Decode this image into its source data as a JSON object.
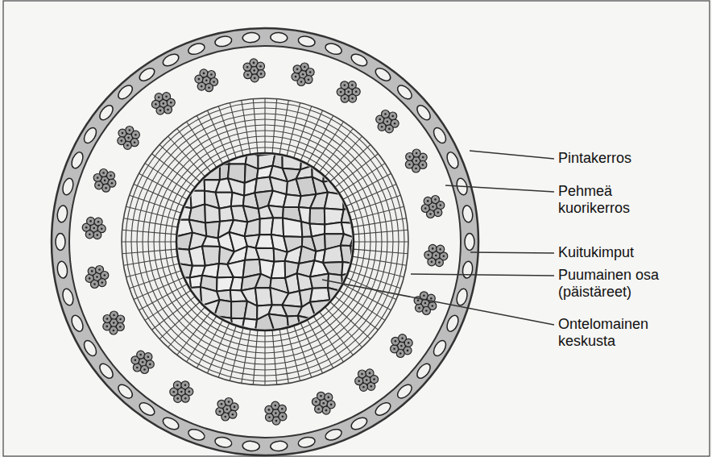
{
  "diagram": {
    "labels": [
      "Pintakerros",
      "Pehmeä kuorikerros",
      "Kuitukimput",
      "Puumainen osa (päistäreet)",
      "Ontelomainen keskusta"
    ]
  }
}
